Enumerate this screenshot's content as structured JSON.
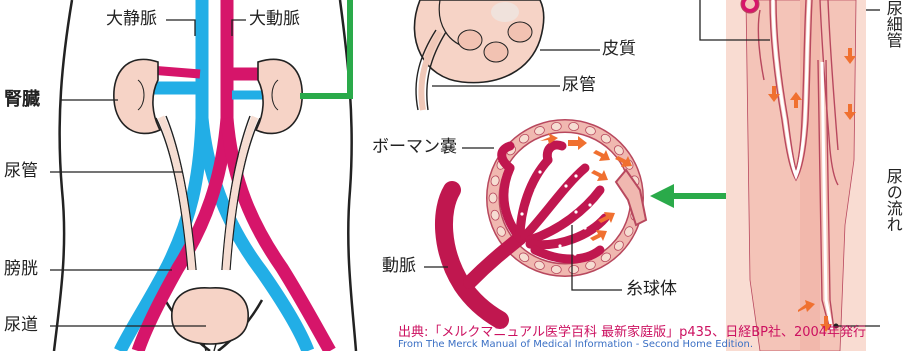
{
  "labels": {
    "vena_cava": "大静脈",
    "aorta": "大動脈",
    "kidney": "腎臓",
    "ureter_left": "尿管",
    "bladder": "膀胱",
    "urethra": "尿道",
    "cortex": "皮質",
    "ureter_mid": "尿管",
    "bowman": "ボーマン嚢",
    "artery": "動脈",
    "glomerulus": "糸球体",
    "tubule": "尿細管",
    "urine_flow": "尿の流れ"
  },
  "source": {
    "jp": "出典:「メルクマニュアル医学百科 最新家庭版」p435、日経BP社、2004年発行",
    "en": "From The Merck Manual of Medical Information - Second Home Edition."
  },
  "colors": {
    "artery": "#d6156a",
    "vein": "#22aee6",
    "kidney_fill": "#f6d3c6",
    "tissue": "#f4c4b8",
    "arrow_orange": "#f07030",
    "green": "#2aaa4a"
  }
}
